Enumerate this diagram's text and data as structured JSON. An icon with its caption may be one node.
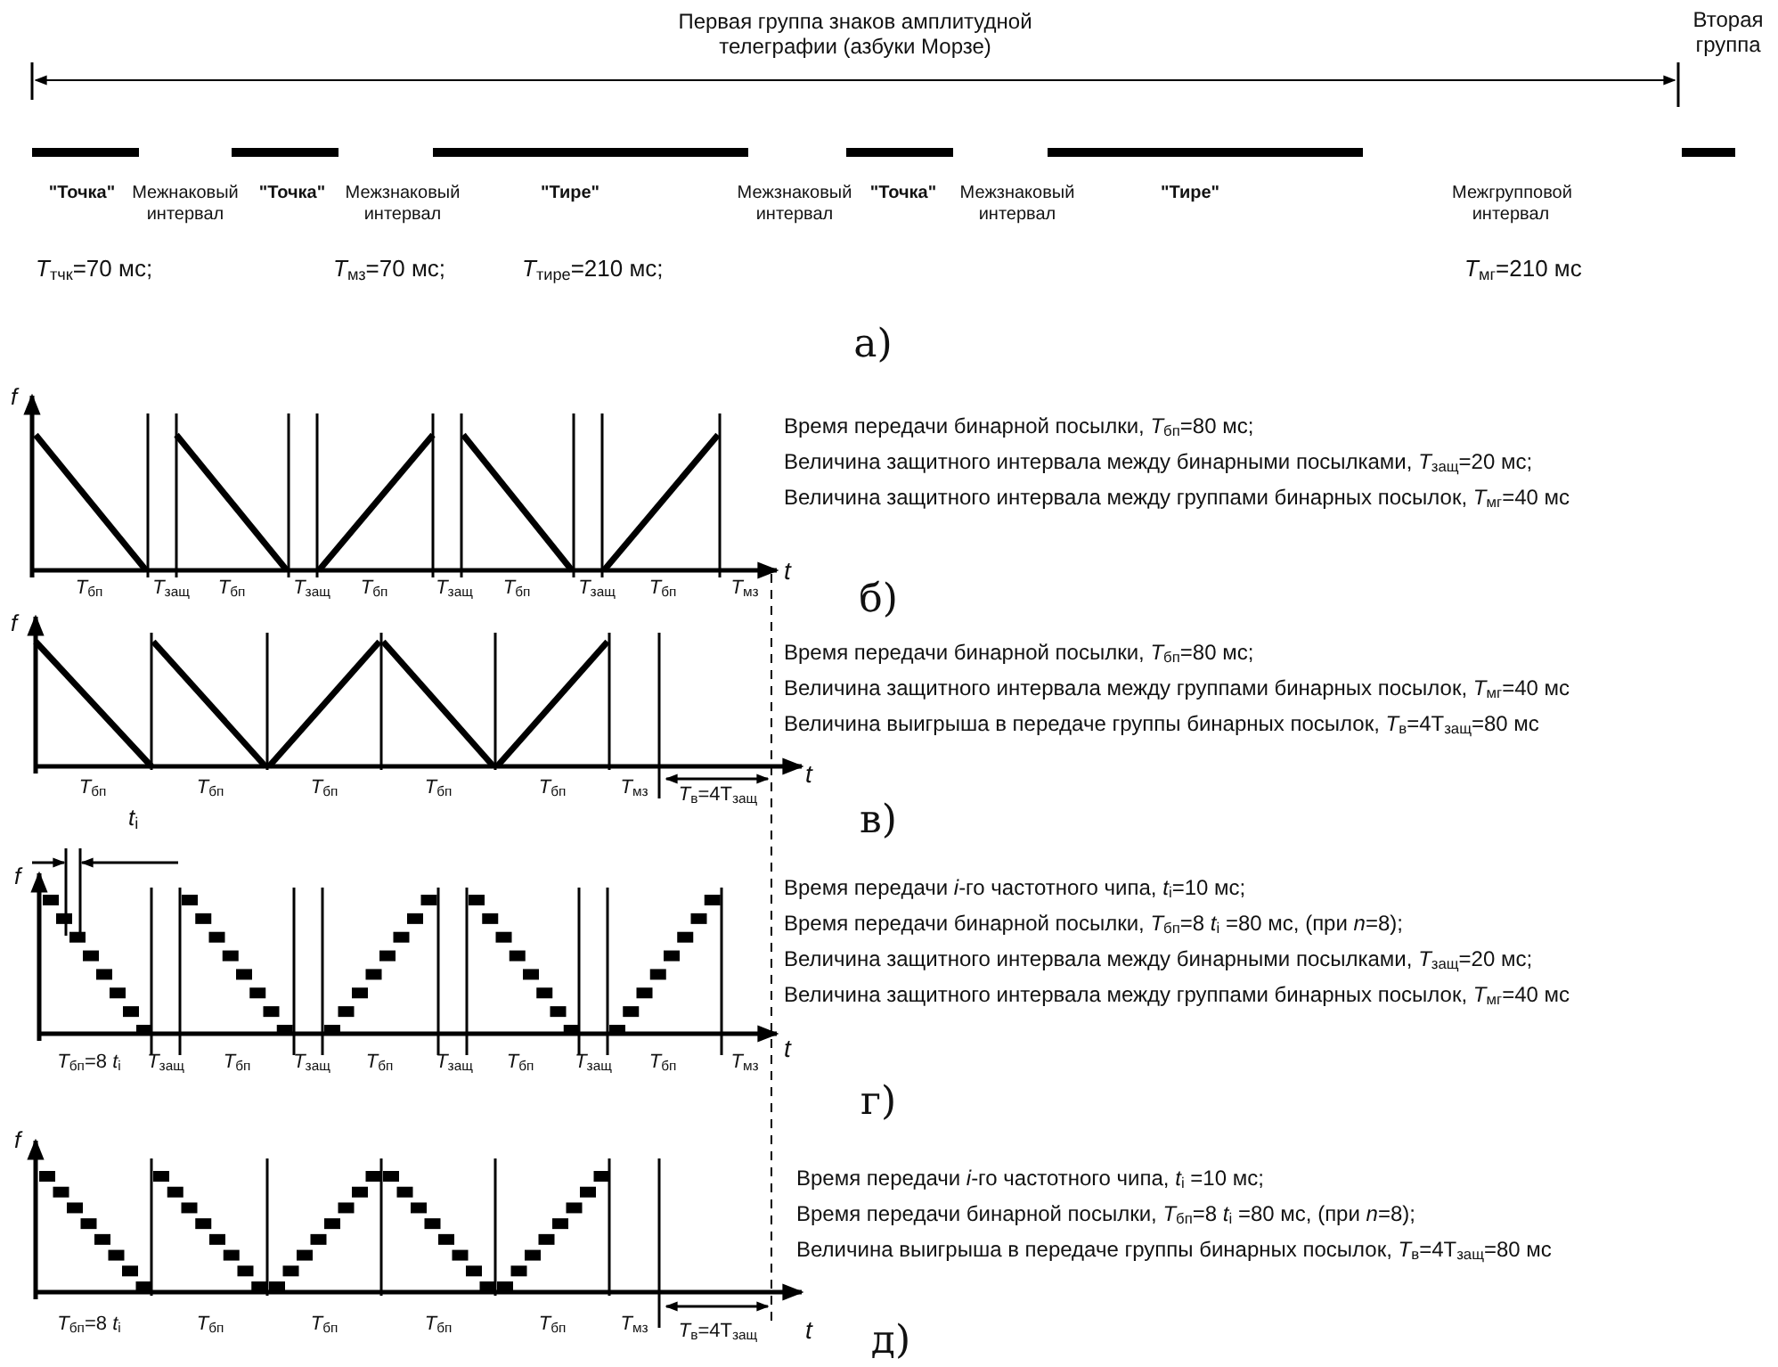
{
  "diagram": {
    "labels": [
      "Первая группа знаков амплитудной телеграфии (азбуки Морзе)",
      "Вторая группа",
      "\"Точка\"",
      "Межнаковый интервал",
      "\"Точка\"",
      "Межзнаковый интервал",
      "\"Тире\"",
      "Межзнаковый интервал",
      "\"Точка\"",
      "Межзнаковый интервал",
      "\"Тире\"",
      "Межгрупповой интервал",
      "*T*$_{тчк}$=70 мс;",
      "*T*$_{мз}$=70 мс;",
      "*T*$_{тире}$=210 мс;",
      "*T*$_{мг}$=210 мс",
      "а)",
      "f",
      "Время передачи бинарной посылки, *T*$_{бп}$=80 мс;",
      "Величина защитного интервала между бинарными посылками, *T*$_{защ}$=20 мс;",
      "Величина защитного интервала между группами бинарных посылок, *T*$_{мг}$=40 мс",
      "*T*$_{бп}$",
      "*T*$_{защ}$",
      "*T*$_{бп}$",
      "*T*$_{защ}$",
      "*T*$_{бп}$",
      "*T*$_{защ}$",
      "*T*$_{бп}$",
      "*T*$_{защ}$",
      "*T*$_{бп}$",
      "*T*$_{мз}$",
      "t",
      "б)",
      "f",
      "Время передачи бинарной посылки, *T*$_{бп}$=80 мс;",
      "Величина защитного интервала между группами бинарных посылок, *T*$_{мг}$=40 мс",
      "Величина выигрыша в передаче группы бинарных посылок, *T*$_{в}$=4T$_{защ}$=80 мс",
      "*T*$_{бп}$",
      "*T*$_{бп}$",
      "*T*$_{бп}$",
      "*T*$_{бп}$",
      "*T*$_{бп}$",
      "*T*$_{мз}$",
      "*T*$_{в}$=4T$_{защ}$",
      "t",
      "в)",
      "*t*$_{i}$",
      "f",
      "Время передачи *i*-го частотного чипа, *t*$_{i}$=10 мс;",
      "Время передачи бинарной посылки, *T*$_{бп}$=8 *t*$_{i}$ =80 мс, (при *n*=8);",
      "Величина защитного интервала между бинарными посылками, *T*$_{защ}$=20 мс;",
      "Величина защитного интервала между группами бинарных посылок, *T*$_{мг}$=40 мс",
      "*T*$_{бп}$=8 *t*$_{i}$",
      "*T*$_{защ}$",
      "*T*$_{бп}$",
      "*T*$_{защ}$",
      "*T*$_{бп}$",
      "*T*$_{защ}$",
      "*T*$_{бп}$",
      "*T*$_{защ}$",
      "*T*$_{бп}$",
      "*T*$_{мз}$",
      "t",
      "г)",
      "f",
      "Время передачи *i*-го частотного чипа, *t*$_{i}$ =10 мс;",
      "Время передачи бинарной посылки, *T*$_{бп}$=8 *t*$_{i}$ =80 мс, (при *n*=8);",
      "Величина выигрыша в передаче группы бинарных посылок, *T*$_{в}$=4T$_{защ}$=80 мс",
      "*T*$_{бп}$=8 *t*$_{i}$",
      "*T*$_{бп}$",
      "*T*$_{бп}$",
      "*T*$_{бп}$",
      "*T*$_{бп}$",
      "*T*$_{мз}$",
      "*T*$_{в}$=4T$_{защ}$",
      "t",
      "д)"
    ]
  }
}
